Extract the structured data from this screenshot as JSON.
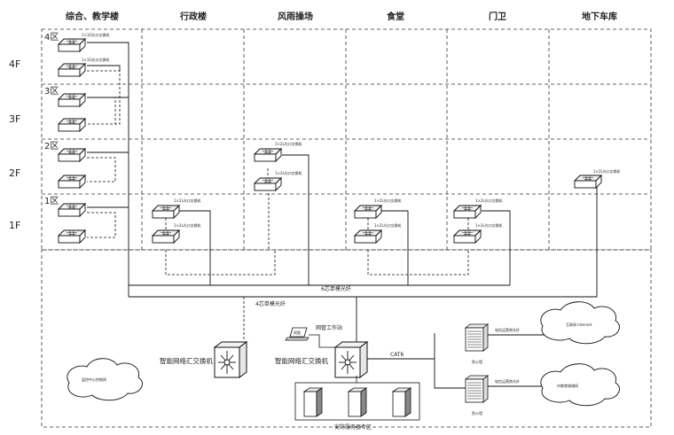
{
  "columns": [
    "综合、教学楼",
    "行政楼",
    "风雨操场",
    "食堂",
    "门卫",
    "地下车库"
  ],
  "floors": [
    "4F",
    "3F",
    "2F",
    "1F"
  ],
  "zones": [
    "4区",
    "3区",
    "2区",
    "1区"
  ],
  "switch_labels": {
    "teach_a": "1×1G光口交换机",
    "teach_b": "1×1G光口交换机",
    "admin_a": "1×2L光口交换机",
    "admin_b": "1×2L光口交换机",
    "sport_a": "1×2L光口交换机",
    "sport_b": "1×2L光口交换机",
    "canteen_a": "1×2L光口交换机",
    "canteen_b": "1×2L光口交换机",
    "gate_a": "1×2L光口交换机",
    "gate_b": "1×2L光口交换机",
    "garage": "1×2L光口交换机"
  },
  "cable_labels": {
    "fiber_6": "6芯单模光纤",
    "fiber_4": "4芯单模光纤",
    "cat6": "CAT6",
    "isp_fiber_1": "电信运营商光纤",
    "isp_fiber_2": "电信运营商光纤"
  },
  "devices": {
    "core_left": "智能网络汇交换机",
    "core_center": "智能网络汇交换机",
    "workstation": "网管工作站",
    "workstation_screen": "网管",
    "firewall_top": "防火墙",
    "firewall_bottom": "防火墙",
    "servers": "安防服务器专区"
  },
  "clouds": {
    "left": "监控中心控制网",
    "right_top": "互联网\nInternet",
    "right_bottom": "市教育城域网"
  }
}
